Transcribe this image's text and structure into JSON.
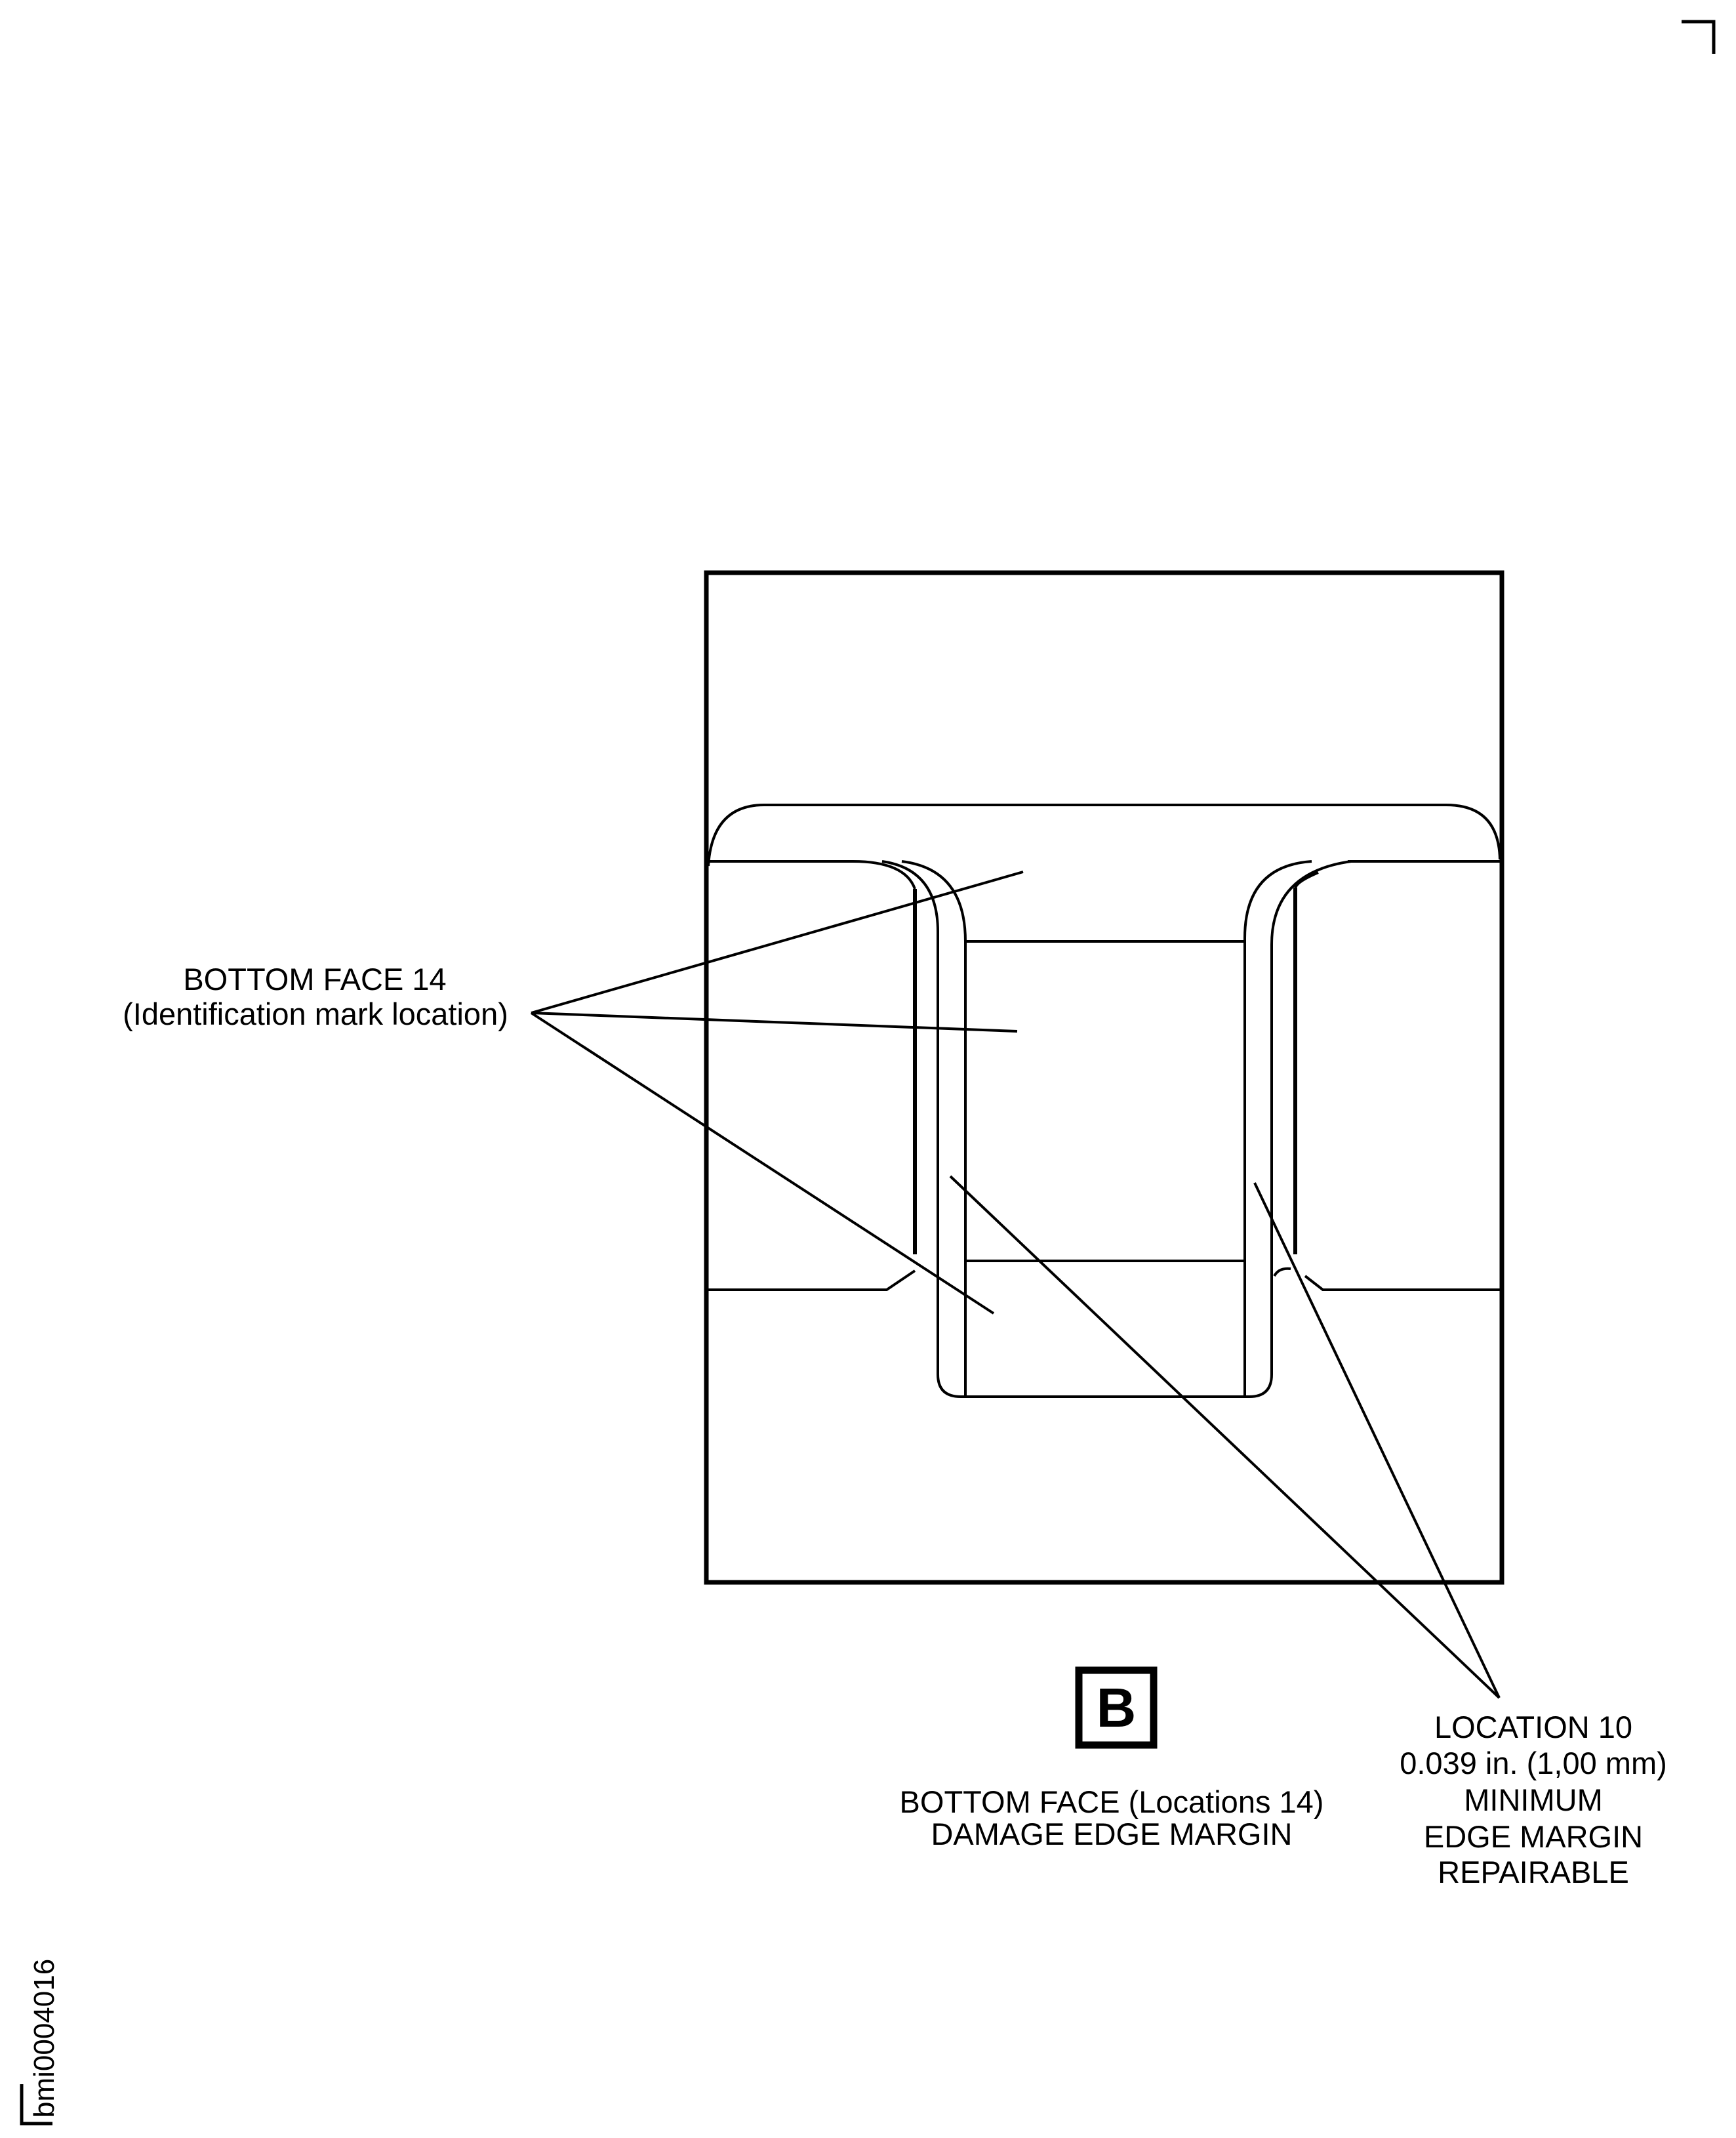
{
  "figure_id": "bmi0004016",
  "view_label": "B",
  "callouts": {
    "bottom_face": {
      "line1": "BOTTOM FACE 14",
      "line2": "(Identification mark location)"
    },
    "location_10": {
      "line1": "LOCATION 10",
      "line2": "0.039 in. (1,00 mm)",
      "line3": "MINIMUM",
      "line4": "EDGE MARGIN",
      "line5": "REPAIRABLE"
    }
  },
  "caption": {
    "line1": "BOTTOM FACE (Locations 14)",
    "line2": "DAMAGE EDGE MARGIN"
  },
  "colors": {
    "stroke": "#000000",
    "background": "#ffffff"
  }
}
